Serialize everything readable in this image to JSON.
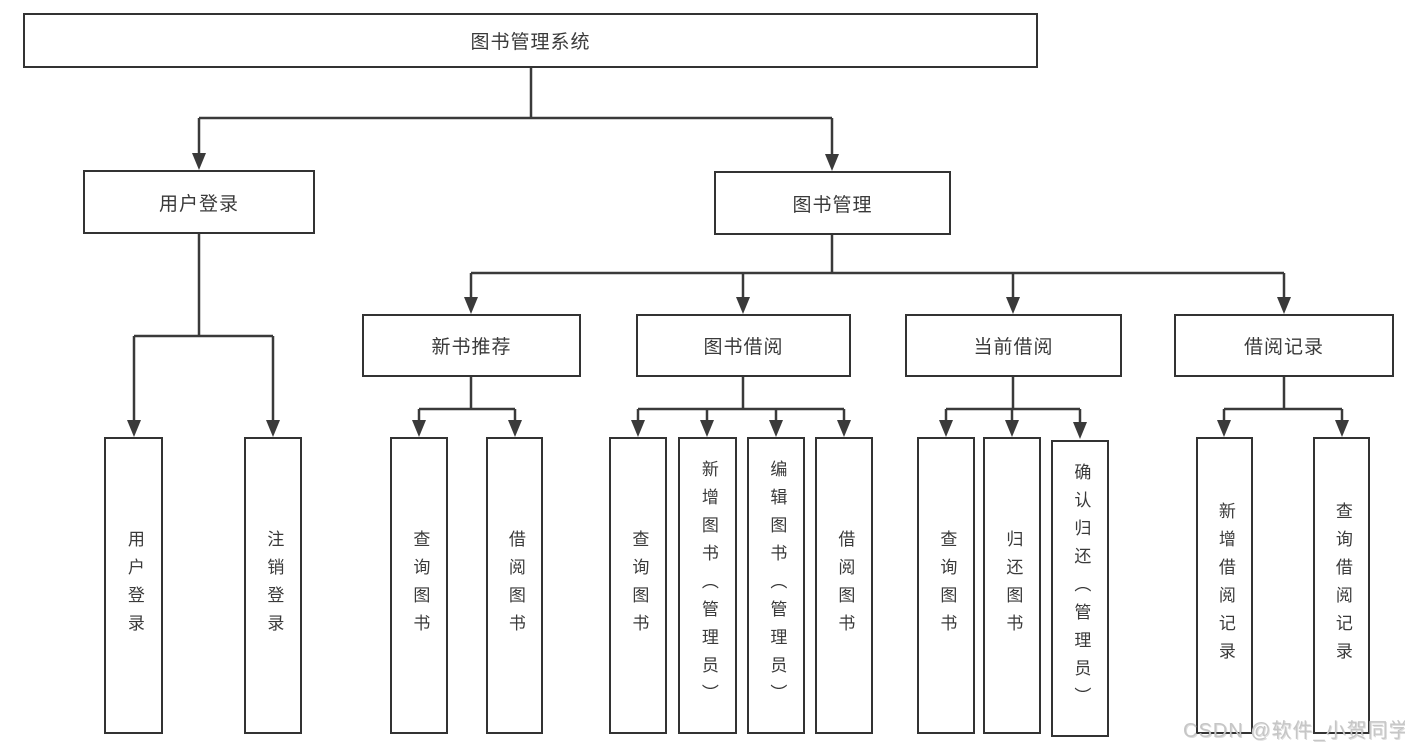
{
  "diagram": {
    "root": {
      "label": "图书管理系统"
    },
    "user_login": {
      "label": "用户登录",
      "children": [
        {
          "label": "用户登录"
        },
        {
          "label": "注销登录"
        }
      ]
    },
    "book_mgmt": {
      "label": "图书管理",
      "sections": [
        {
          "label": "新书推荐",
          "children": [
            {
              "label": "查询图书"
            },
            {
              "label": "借阅图书"
            }
          ]
        },
        {
          "label": "图书借阅",
          "children": [
            {
              "label": "查询图书"
            },
            {
              "label": "新增图书（管理员）"
            },
            {
              "label": "编辑图书（管理员）"
            },
            {
              "label": "借阅图书"
            }
          ]
        },
        {
          "label": "当前借阅",
          "children": [
            {
              "label": "查询图书"
            },
            {
              "label": "归还图书"
            },
            {
              "label": "确认归还（管理员）"
            }
          ]
        },
        {
          "label": "借阅记录",
          "children": [
            {
              "label": "新增借阅记录"
            },
            {
              "label": "查询借阅记录"
            }
          ]
        }
      ]
    }
  },
  "watermark": {
    "text": "CSDN @软件_小贺同学"
  },
  "colors": {
    "line": "#3a3a3a",
    "box_border": "#333333",
    "text": "#3a3a3a",
    "background": "#ffffff",
    "watermark": "#c6c6c6"
  }
}
